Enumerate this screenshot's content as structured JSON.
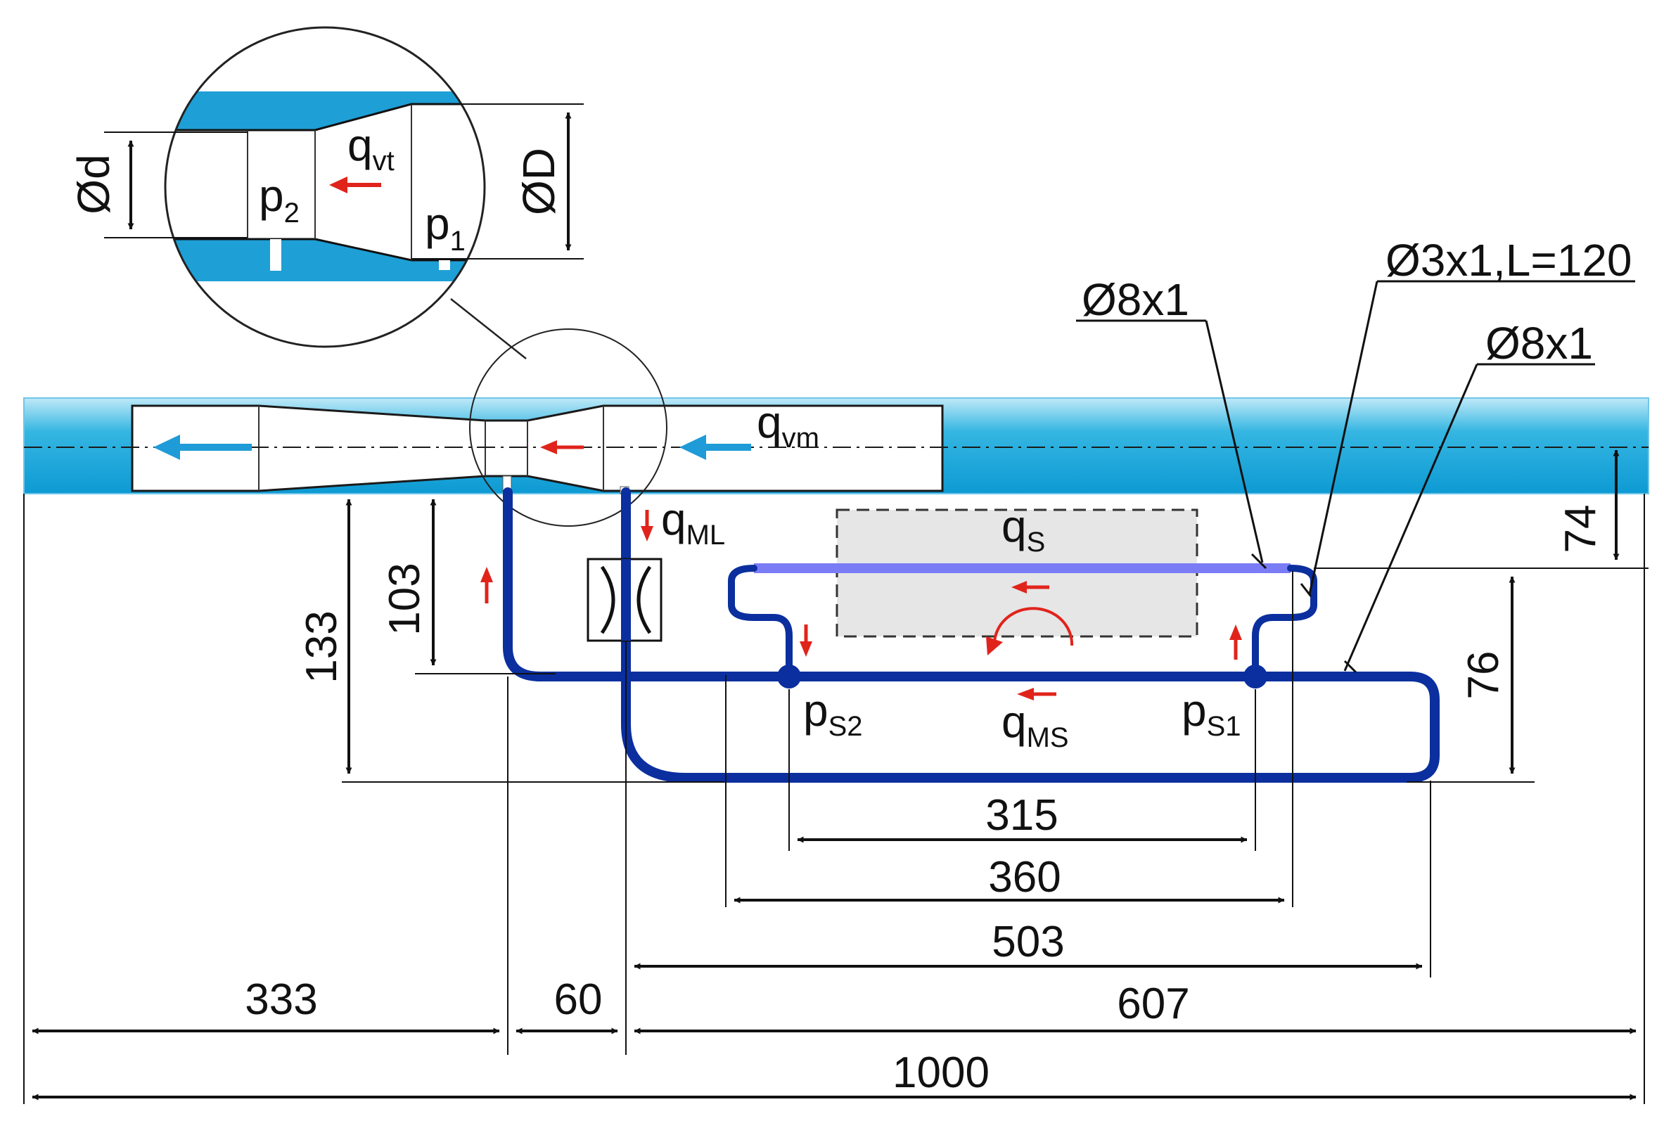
{
  "colors": {
    "water_light": "#9fdcf2",
    "water": "#1aa9d9",
    "water_dark": "#1b8fc3",
    "duct_fill": "#1e9fd6",
    "pipe": "#0b2f9e",
    "pipe_light": "#7a7cf5",
    "flow_arrow_blue": "#1f9bd7",
    "flow_arrow_red": "#e0241b",
    "sensor_box": "#e6e6e6",
    "line": "#111111"
  },
  "dimensions": {
    "d333": "333",
    "d60": "60",
    "d607": "607",
    "d1000": "1000",
    "d503": "503",
    "d360": "360",
    "d315": "315",
    "d133": "133",
    "d103": "103",
    "d74": "74",
    "d76": "76"
  },
  "callouts": {
    "pipe_8x1_a": "Ø8x1",
    "pipe_3x1": "Ø3x1,L=120",
    "pipe_8x1_b": "Ø8x1"
  },
  "detail": {
    "dia_small": "Ød",
    "dia_large": "ØD",
    "p2": {
      "main": "p",
      "sub": "2"
    },
    "p1": {
      "main": "p",
      "sub": "1"
    },
    "qvt": {
      "main": "q",
      "sub": "vt"
    }
  },
  "flows": {
    "qvm": {
      "main": "q",
      "sub": "vm"
    },
    "qml": {
      "main": "q",
      "sub": "ML"
    },
    "qs": {
      "main": "q",
      "sub": "S"
    },
    "qms": {
      "main": "q",
      "sub": "MS"
    },
    "ps2": {
      "main": "p",
      "sub": "S2"
    },
    "ps1": {
      "main": "p",
      "sub": "S1"
    }
  }
}
